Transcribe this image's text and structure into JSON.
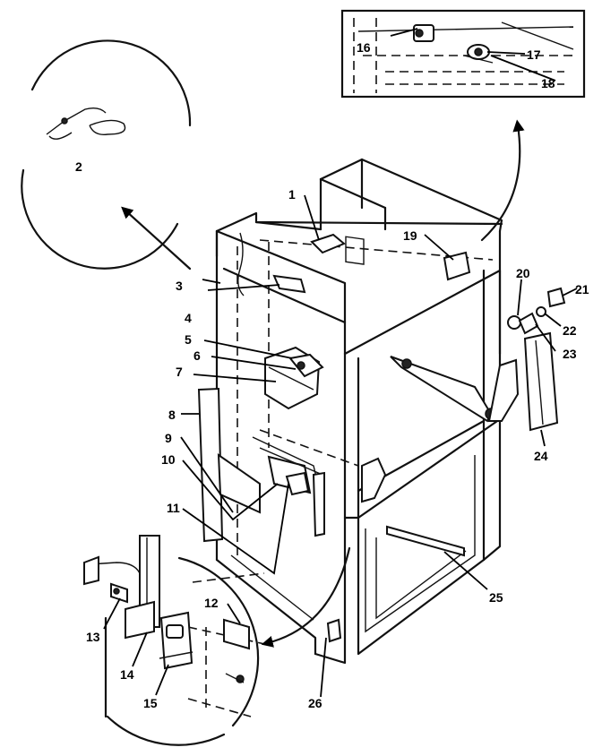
{
  "callouts": [
    {
      "id": "c1",
      "label": "1"
    },
    {
      "id": "c2",
      "label": "2"
    },
    {
      "id": "c3",
      "label": "3"
    },
    {
      "id": "c4",
      "label": "4"
    },
    {
      "id": "c5",
      "label": "5"
    },
    {
      "id": "c6",
      "label": "6"
    },
    {
      "id": "c7",
      "label": "7"
    },
    {
      "id": "c8",
      "label": "8"
    },
    {
      "id": "c9",
      "label": "9"
    },
    {
      "id": "c10",
      "label": "10"
    },
    {
      "id": "c11",
      "label": "11"
    },
    {
      "id": "c12",
      "label": "12"
    },
    {
      "id": "c13",
      "label": "13"
    },
    {
      "id": "c14",
      "label": "14"
    },
    {
      "id": "c15",
      "label": "15"
    },
    {
      "id": "c16",
      "label": "16"
    },
    {
      "id": "c17",
      "label": "17"
    },
    {
      "id": "c18",
      "label": "18"
    },
    {
      "id": "c19",
      "label": "19"
    },
    {
      "id": "c20",
      "label": "20"
    },
    {
      "id": "c21",
      "label": "21"
    },
    {
      "id": "c22",
      "label": "22"
    },
    {
      "id": "c23",
      "label": "23"
    },
    {
      "id": "c24",
      "label": "24"
    },
    {
      "id": "c25",
      "label": "25"
    },
    {
      "id": "c26",
      "label": "26"
    }
  ]
}
